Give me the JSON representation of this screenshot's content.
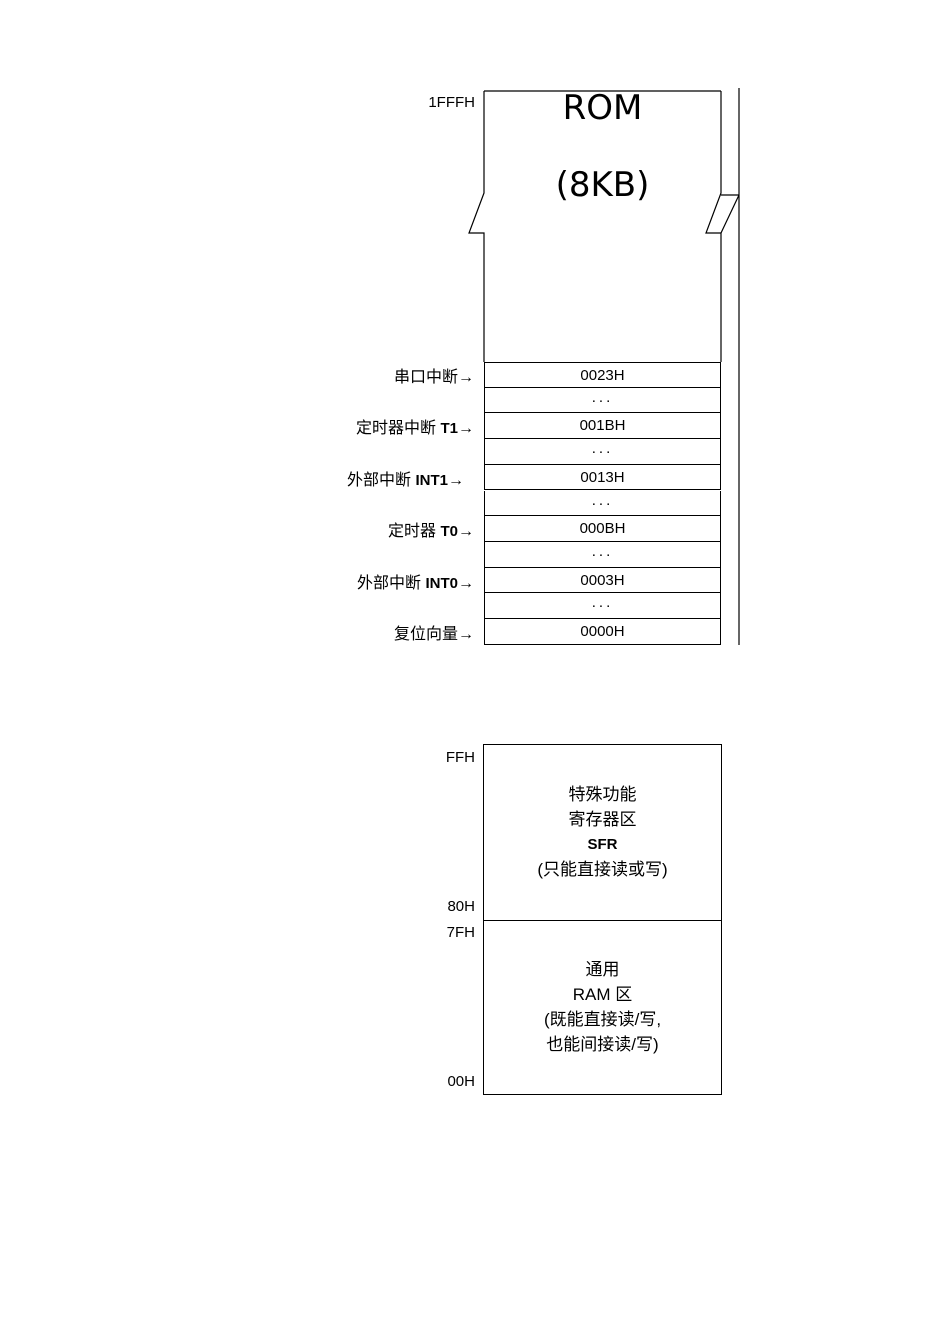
{
  "rom": {
    "top_address": "1FFFH",
    "title": "ROM",
    "size": "(8KB)",
    "rows": [
      {
        "value": "0023H",
        "label_cn": "串口中断",
        "label_b": "",
        "arrow": "→"
      },
      {
        "value": "...",
        "label_cn": "",
        "label_b": "",
        "arrow": ""
      },
      {
        "value": "001BH",
        "label_cn": "定时器中断 ",
        "label_b": "T1",
        "arrow": "→"
      },
      {
        "value": "...",
        "label_cn": "",
        "label_b": "",
        "arrow": ""
      },
      {
        "value": "0013H",
        "label_cn": "外部中断 ",
        "label_b": "INT1",
        "arrow": "→"
      },
      {
        "value": "...",
        "label_cn": "",
        "label_b": "",
        "arrow": ""
      },
      {
        "value": "000BH",
        "label_cn": "定时器 ",
        "label_b": "T0",
        "arrow": "→"
      },
      {
        "value": "...",
        "label_cn": "",
        "label_b": "",
        "arrow": ""
      },
      {
        "value": "0003H",
        "label_cn": "外部中断 ",
        "label_b": "INT0",
        "arrow": "→"
      },
      {
        "value": "...",
        "label_cn": "",
        "label_b": "",
        "arrow": ""
      },
      {
        "value": "0000H",
        "label_cn": "复位向量",
        "label_b": "",
        "arrow": "→"
      }
    ]
  },
  "ram": {
    "sfr": {
      "top_address": "FFH",
      "bottom_address": "80H",
      "line1": "特殊功能",
      "line2": "寄存器区",
      "line3": "SFR",
      "line4": "(只能直接读或写)"
    },
    "general": {
      "top_address": "7FH",
      "bottom_address": "00H",
      "line1": "通用",
      "line2": "RAM 区",
      "line3": "(既能直接读/写,",
      "line4": "也能间接读/写)"
    }
  }
}
